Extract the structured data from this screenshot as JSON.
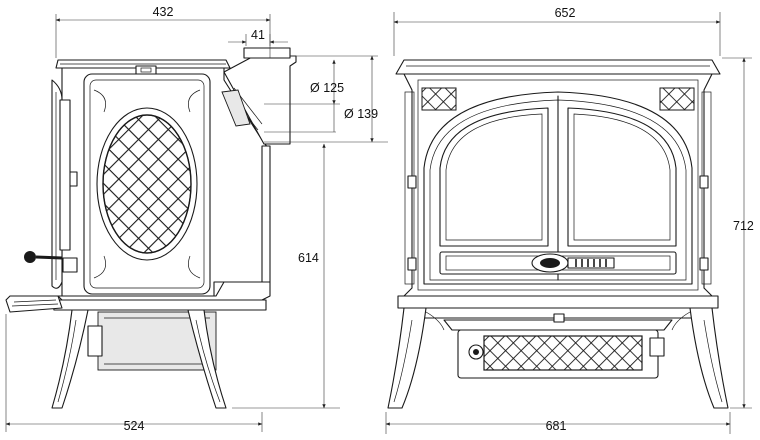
{
  "diagram": {
    "side_view": {
      "top_width": "432",
      "flue_offset": "41",
      "flue_inner_diameter": "Ø 125",
      "flue_outer_diameter": "Ø 139",
      "flue_height": "614",
      "base_width": "524"
    },
    "front_view": {
      "top_width": "652",
      "total_height": "712",
      "base_width": "681"
    }
  }
}
